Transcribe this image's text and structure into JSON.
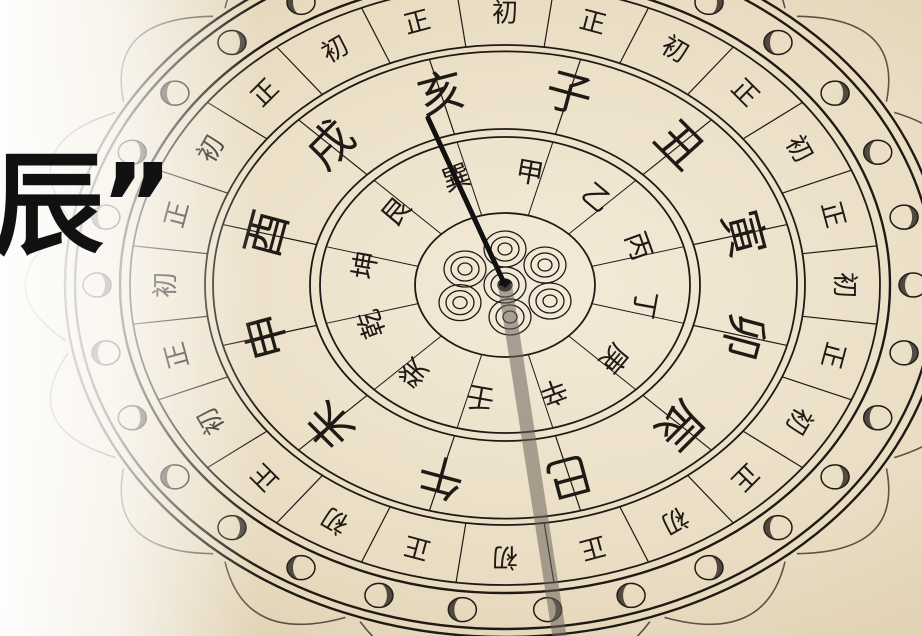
{
  "headline": "辰”",
  "outer_ring_chars": [
    "初",
    "正",
    "初",
    "正",
    "初",
    "正",
    "初",
    "正",
    "初",
    "正",
    "初",
    "正",
    "初",
    "正",
    "初",
    "正",
    "初",
    "正",
    "初",
    "正",
    "初",
    "正",
    "初",
    "正"
  ],
  "branch_ring_chars": [
    "子",
    "丑",
    "寅",
    "卯",
    "辰",
    "巳",
    "午",
    "未",
    "申",
    "酉",
    "戌",
    "亥"
  ],
  "stem_ring_chars": [
    "甲",
    "乙",
    "丙",
    "丁",
    "庚",
    "辛",
    "壬",
    "癸",
    "乾",
    "坤",
    "艮",
    "巽"
  ],
  "colors": {
    "ink": "#1f1a15",
    "paper": "#efe4cf"
  }
}
